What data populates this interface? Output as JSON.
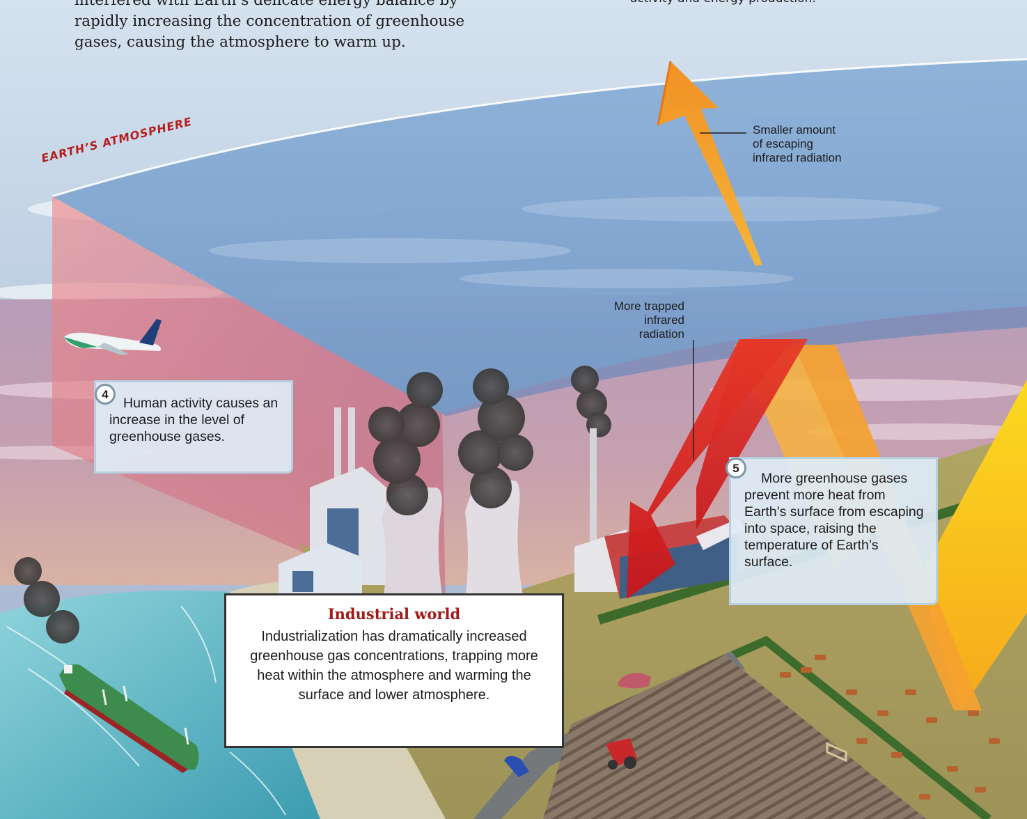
{
  "intro": {
    "line_top": "interfered with Earth’s delicate energy balance by",
    "line_mid": "rapidly increasing the concentration of greenhouse",
    "line_bottom": "gases, causing the atmosphere to warm up."
  },
  "top_right_note": "activity and energy production.",
  "atmosphere_label": "EARTH’S ATMOSPHERE",
  "labels": {
    "escaping": "Smaller amount\nof escaping\ninfrared radiation",
    "trapped": "More trapped\ninfrared\nradiation"
  },
  "callouts": [
    {
      "number": "4",
      "text": "Human activity causes an increase in the level of greenhouse gases."
    },
    {
      "number": "5",
      "text": "More greenhouse gases prevent more heat from Earth’s surface from escaping into space, raising the temperature of Earth’s surface."
    }
  ],
  "industrial": {
    "title": "Industrial world",
    "text": "Industrialization has dramatically increased greenhouse gas concentrations, trapping more heat within the atmosphere and warming the surface and lower atmosphere."
  },
  "colors": {
    "sky": "#9dbde0",
    "atmosphere_layer": "#7fa5d2",
    "heat_red": "#d8231f",
    "heat_orange": "#f2a12a",
    "sun_yellow": "#f8cc12",
    "label_red": "#b41f1f",
    "land": "#a8a25c",
    "sea": "#5fb5c2"
  },
  "icons": [
    "airplane-icon",
    "cargo-ship-icon",
    "power-plant-icon",
    "cooling-tower-icon",
    "factory-icon",
    "car-icon",
    "tractor-icon",
    "cow-icon",
    "gate-icon"
  ]
}
